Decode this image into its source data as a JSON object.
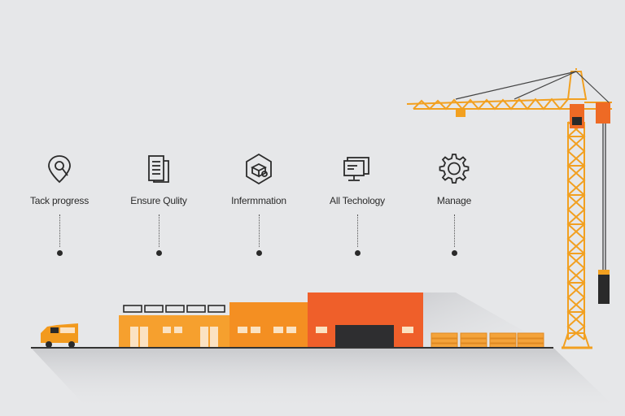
{
  "steps": [
    {
      "label": "Tack progress",
      "icon": "location-pin-icon"
    },
    {
      "label": "Ensure Qulity",
      "icon": "document-icon"
    },
    {
      "label": "Infermmation",
      "icon": "hexagon-box-icon"
    },
    {
      "label": "All Techology",
      "icon": "computer-monitor-icon"
    },
    {
      "label": "Manage",
      "icon": "gear-icon"
    }
  ],
  "colors": {
    "background": "#e6e7e9",
    "crane": "#f2a020",
    "crane_accent": "#ee6a25",
    "building_light": "#f6a02e",
    "building_mid": "#f48f22",
    "building_dark": "#ef5f2a",
    "ground_line": "#333333",
    "icon_stroke": "#2b2b2b"
  }
}
